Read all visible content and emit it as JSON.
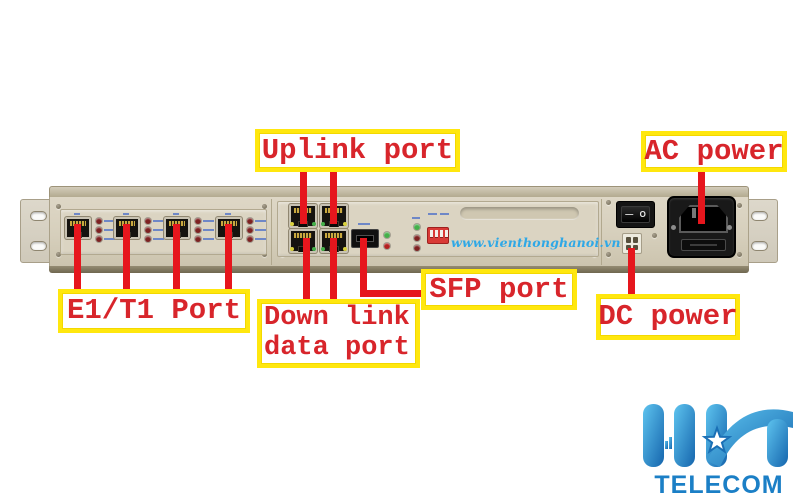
{
  "annotations": {
    "uplink": {
      "label": "Uplink port"
    },
    "ac": {
      "label": "AC power"
    },
    "e1t1": {
      "label": "E1/T1 Port"
    },
    "downlink": {
      "line1": "Down link",
      "line2": "data port"
    },
    "sfp": {
      "label": "SFP port"
    },
    "dc": {
      "label": "DC power"
    }
  },
  "watermark": {
    "text": "www.vienthonghanoi.vn",
    "color": "#2fa8e6"
  },
  "logo": {
    "monogram": "HN",
    "wordmark": "TELECOM",
    "color": "#1b7fc6"
  },
  "device": {
    "e1_port_count": 4,
    "uplink_port_count": 2,
    "downlink_port_count": 2,
    "sfp_port_count": 1,
    "power_switch": {
      "on_mark": "—",
      "off_mark": "O"
    }
  },
  "colors": {
    "label_text": "#d8252b",
    "label_border": "#ffe70e",
    "annotation_line": "#e6161d",
    "chassis_face": "#d6cfbc",
    "dip_switch": "#d93a36"
  }
}
